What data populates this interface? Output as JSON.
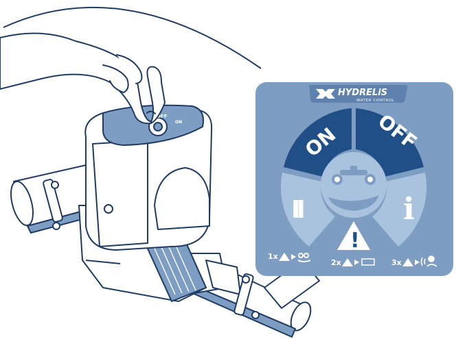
{
  "panel": {
    "brand_name": "HYDRELiS",
    "brand_tagline": "WATER CONTROL",
    "buttons": {
      "on": "ON",
      "off": "OFF",
      "pause": "II",
      "info": "i",
      "alert": "!"
    },
    "legend": {
      "one": "1x",
      "two": "2x",
      "three": "3x"
    }
  },
  "device": {
    "top_on": "ON",
    "top_off": "OFF"
  },
  "colors": {
    "panel_bg": "#7d9dc2",
    "panel_dark": "#1f4f86",
    "panel_light": "#a9c2de",
    "white": "#ffffff",
    "line": "#1d3b63"
  }
}
